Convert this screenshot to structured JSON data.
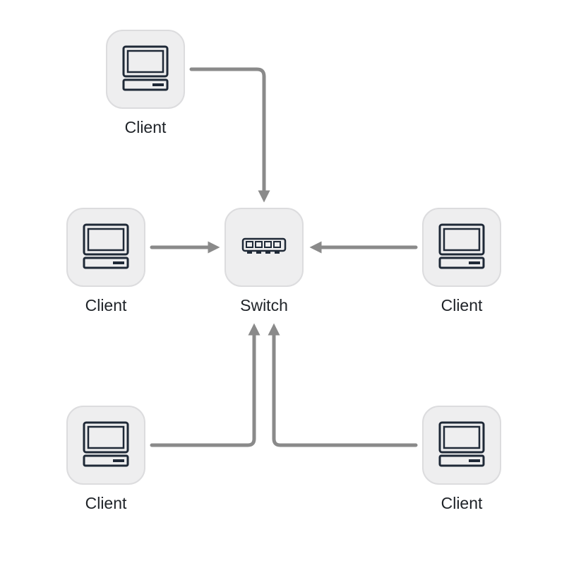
{
  "nodes": {
    "client_top": {
      "label": "Client",
      "icon": "computer-icon"
    },
    "client_left": {
      "label": "Client",
      "icon": "computer-icon"
    },
    "switch": {
      "label": "Switch",
      "icon": "switch-icon"
    },
    "client_right": {
      "label": "Client",
      "icon": "computer-icon"
    },
    "client_bottom_left": {
      "label": "Client",
      "icon": "computer-icon"
    },
    "client_bottom_right": {
      "label": "Client",
      "icon": "computer-icon"
    }
  },
  "edges": [
    {
      "from": "client_top",
      "to": "switch"
    },
    {
      "from": "client_left",
      "to": "switch"
    },
    {
      "from": "client_right",
      "to": "switch"
    },
    {
      "from": "client_bottom_left",
      "to": "switch"
    },
    {
      "from": "client_bottom_right",
      "to": "switch"
    }
  ],
  "colors": {
    "connector": "#8a8a8a",
    "node_fill": "#eeeeef",
    "node_border": "#dcdcde",
    "icon_stroke": "#1f2937"
  }
}
